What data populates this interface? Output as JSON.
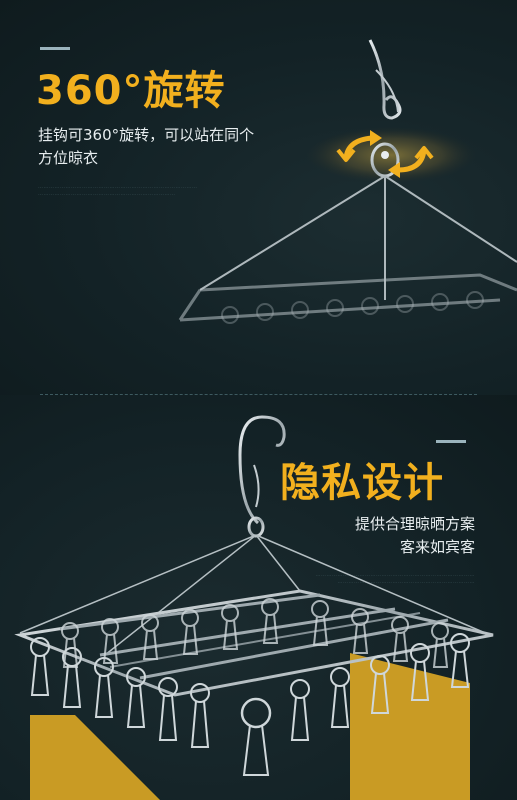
{
  "section_rotate": {
    "title": "360°旋转",
    "description_line1": "挂钩可360°旋转，可以站在同个",
    "description_line2": "方位晾衣",
    "fine_print_1": "……………………………………………………………………………",
    "fine_print_2": "…………………………………………………………………"
  },
  "section_privacy": {
    "title": "隐私设计",
    "description_line1": "提供合理晾晒方案",
    "description_line2": "客来如宾客",
    "fine_print_1": "……………………………………………………………………………",
    "fine_print_2": "…………………………………………………………………"
  },
  "colors": {
    "background": "#122024",
    "accent": "#f2b01e",
    "text": "#e8eef0",
    "highlight_block": "#c99b24"
  },
  "icons": {
    "rotation_arrows": "rotate-arrows-icon"
  }
}
